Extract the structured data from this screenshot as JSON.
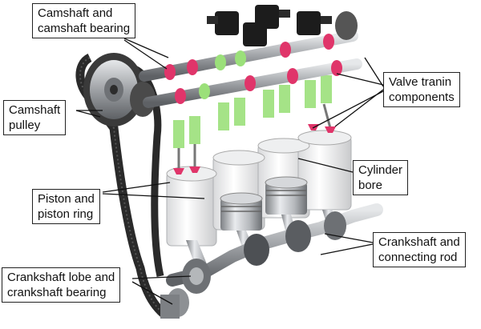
{
  "labels": {
    "camshaft_bearing": "Camshaft and\ncamshaft bearing",
    "camshaft_pulley": "Camshaft\npulley",
    "valve_train": "Valve tranin\ncomponents",
    "cylinder_bore": "Cylinder\nbore",
    "piston_ring": "Piston and\npiston ring",
    "crankshaft_rod": "Crankshaft and\nconnecting rod",
    "crankshaft_lobe": "Crankshaft lobe and\ncrankshaft bearing"
  },
  "colors": {
    "metal": "#b9bcc0",
    "metal_dark": "#6f7276",
    "belt": "#2a2a2a",
    "valve_spring_green": "#9be07a",
    "valve_retainer_pink": "#e0356a",
    "coil_black": "#1c1c1c",
    "leader_line": "#111111"
  }
}
